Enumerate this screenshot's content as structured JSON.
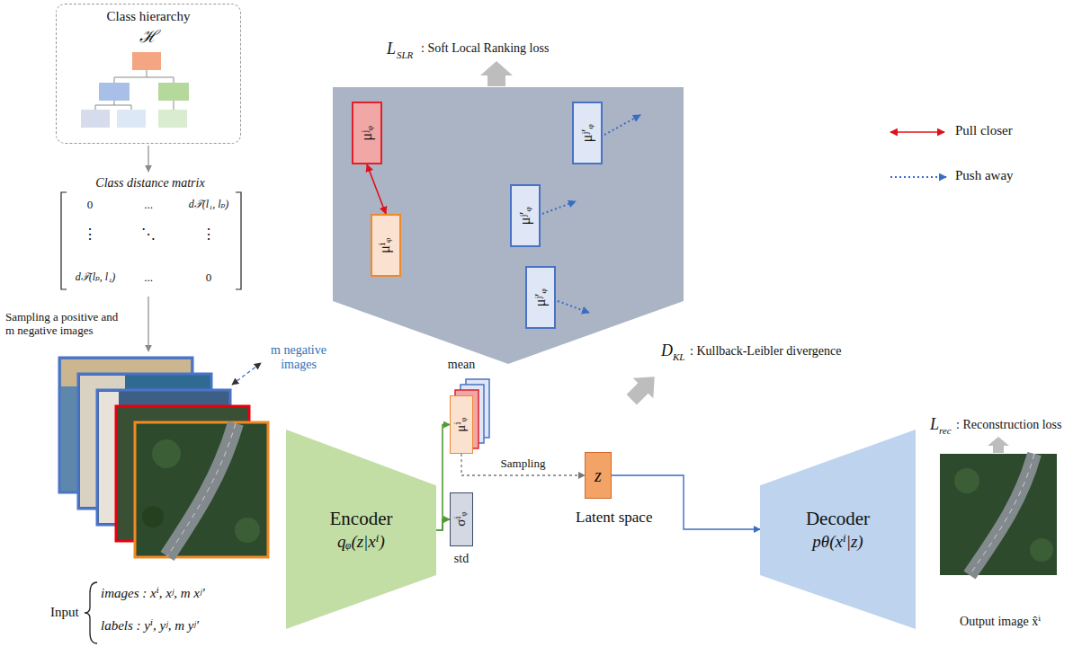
{
  "diagram": {
    "nodes": [
      {
        "text": [
          "Class hierarchy",
          "ℋ"
        ]
      },
      {
        "text": [
          "μʲᵩ"
        ]
      },
      {
        "text": [
          "μⁱᵩ"
        ]
      },
      {
        "text": [
          "μʲ′ᵩ"
        ]
      },
      {
        "text": [
          "μʲ′ᵩ"
        ]
      },
      {
        "text": [
          "μʲ′ᵩ"
        ]
      },
      {
        "text": [
          "Encoder",
          "qᵩ(z|xⁱ)"
        ]
      },
      {
        "text": [
          "μⁱᵩ"
        ]
      },
      {
        "text": [
          "σⁱᵩ"
        ]
      },
      {
        "text": [
          "z"
        ]
      },
      {
        "text": [
          "Decoder",
          "pθ(xⁱ|z)"
        ]
      }
    ],
    "edges": [
      {
        "from": 1,
        "to": 2,
        "arrow": "both"
      },
      {
        "from": 6,
        "to": 7,
        "arrow": "to"
      },
      {
        "from": 6,
        "to": 8,
        "arrow": "to"
      },
      {
        "from": 7,
        "to": 9,
        "label": "Sampling",
        "arrow": "to"
      },
      {
        "from": 9,
        "to": 10,
        "arrow": "to"
      }
    ],
    "labels": [
      "Class distance matrix",
      "0",
      "...",
      "d𝒯(l₁, lₚ)",
      "⋮",
      "⋱",
      "⋮",
      "d𝒯(lₚ, l₁)",
      "...",
      "0",
      "Sampling a positive and m negative images",
      "m negative images",
      "Input",
      "images : xⁱ, xʲ, m xʲ′",
      "labels : yⁱ, yʲ, m yʲ′",
      "L",
      "SLR",
      ": Soft Local Ranking loss",
      "mean",
      "std",
      "Latent space",
      "D",
      "KL",
      ": Kullback-Leibler divergence",
      "L",
      "rec",
      ": Reconstruction loss",
      "Output image x̂ⁱ"
    ],
    "legend": [
      {
        "text": "Pull closer"
      },
      {
        "text": "Push away"
      }
    ]
  }
}
